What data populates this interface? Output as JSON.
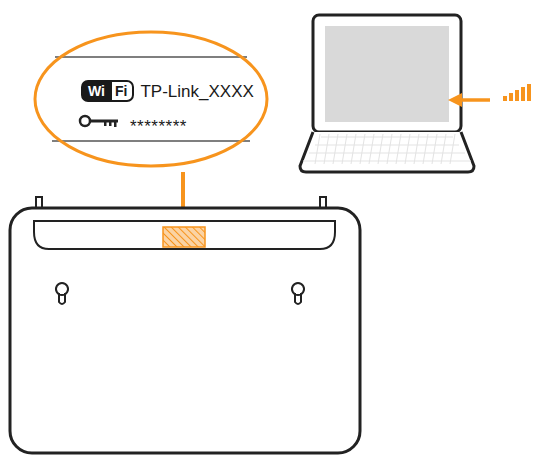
{
  "diagram": {
    "nodes": [
      {
        "text": [
          "Wi",
          "Fi",
          "TP-Link_XXXX",
          "********"
        ]
      }
    ]
  }
}
